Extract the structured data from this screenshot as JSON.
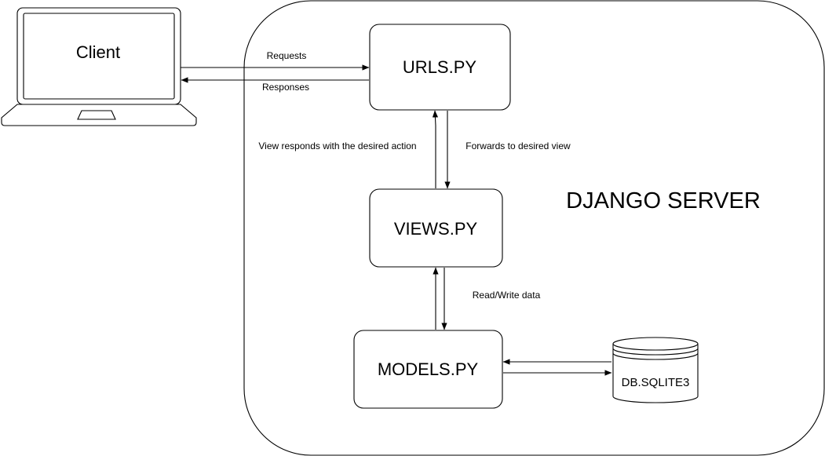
{
  "diagram": {
    "client": {
      "label": "Client"
    },
    "server": {
      "label": "DJANGO SERVER"
    },
    "nodes": {
      "urls": {
        "label": "URLS.PY"
      },
      "views": {
        "label": "VIEWS.PY"
      },
      "models": {
        "label": "MODELS.PY"
      },
      "db": {
        "label": "DB.SQLITE3"
      }
    },
    "edges": {
      "requests": {
        "label": "Requests"
      },
      "responses": {
        "label": "Responses"
      },
      "view_responds": {
        "label": "View responds with the desired action"
      },
      "forwards": {
        "label": "Forwards to desired view"
      },
      "read_write": {
        "label": "Read/Write data"
      }
    }
  }
}
